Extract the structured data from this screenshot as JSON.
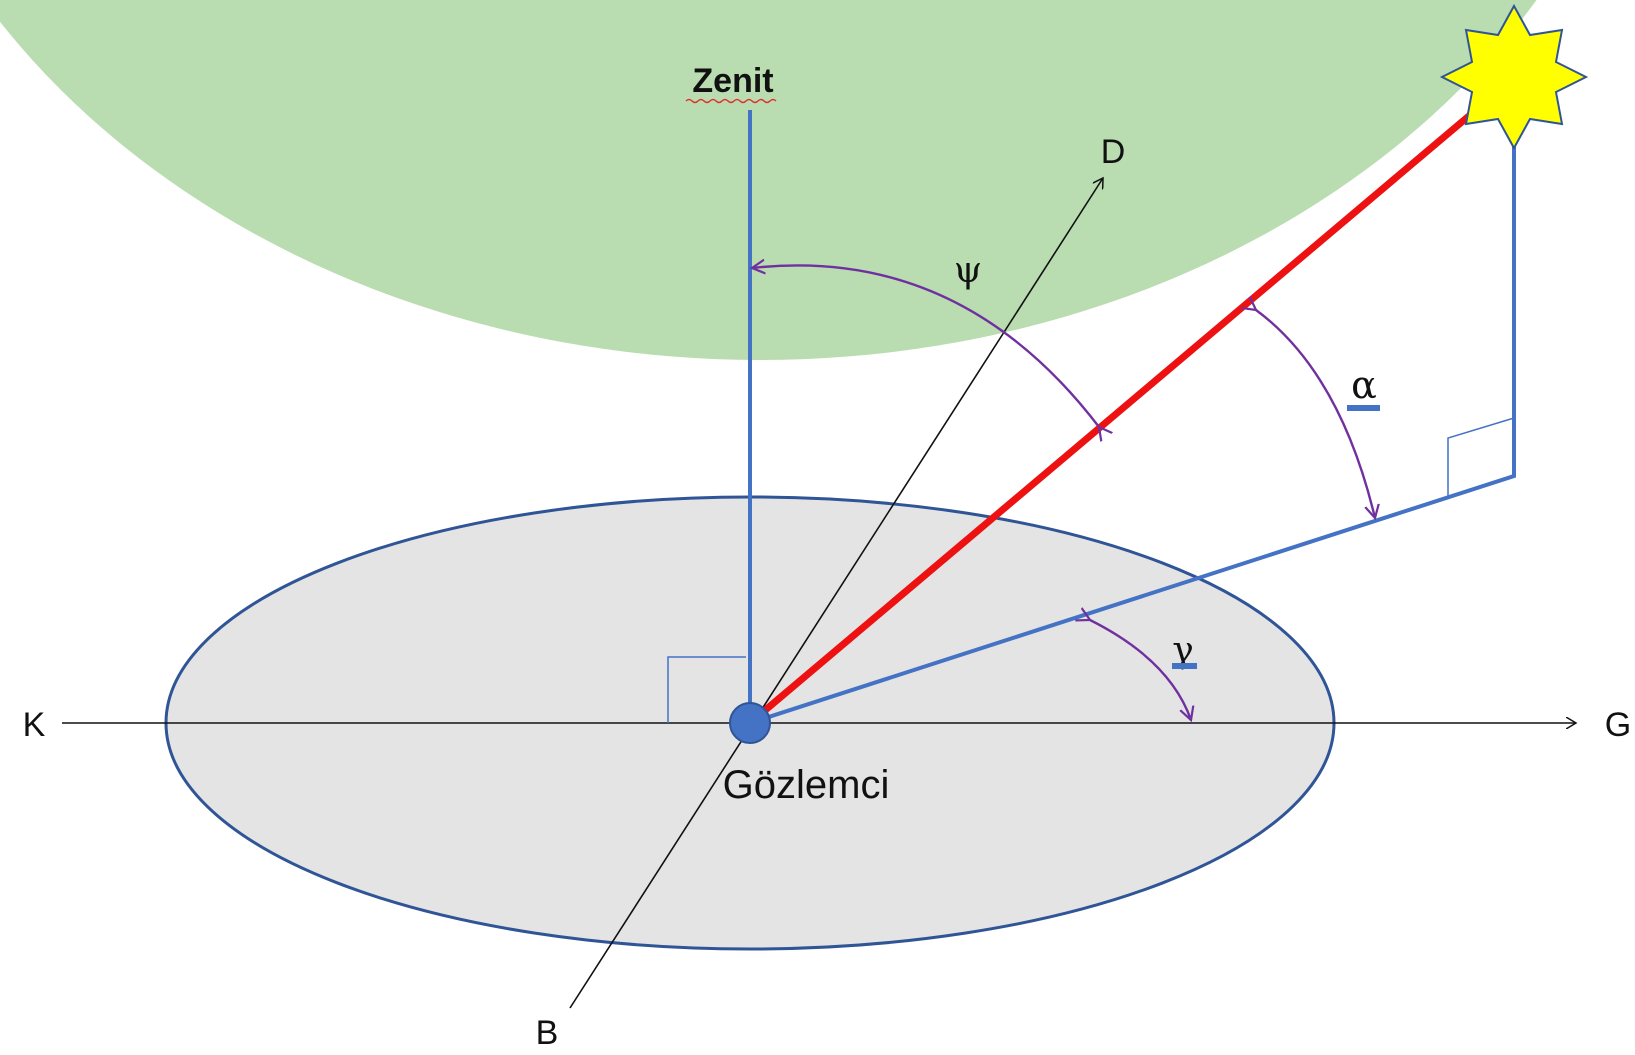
{
  "labels": {
    "zenith": "Zenit",
    "north": "D",
    "south": "B",
    "west": "K",
    "east": "G",
    "observer": "Gözlemci",
    "zenith_angle": "ψ",
    "altitude_angle": "α",
    "azimuth_angle": "γ"
  },
  "colors": {
    "sky": "#b9dcb0",
    "ground": "#e4e4e4",
    "ground_edge": "#2f5597",
    "blue_line": "#4472c4",
    "sun_ray": "#ee1111",
    "angle_arc": "#7030a0",
    "sun": "#ffff00",
    "sun_edge": "#2f5597"
  },
  "icons": {
    "sun": "sun-star-icon",
    "observer": "observer-dot-icon"
  }
}
